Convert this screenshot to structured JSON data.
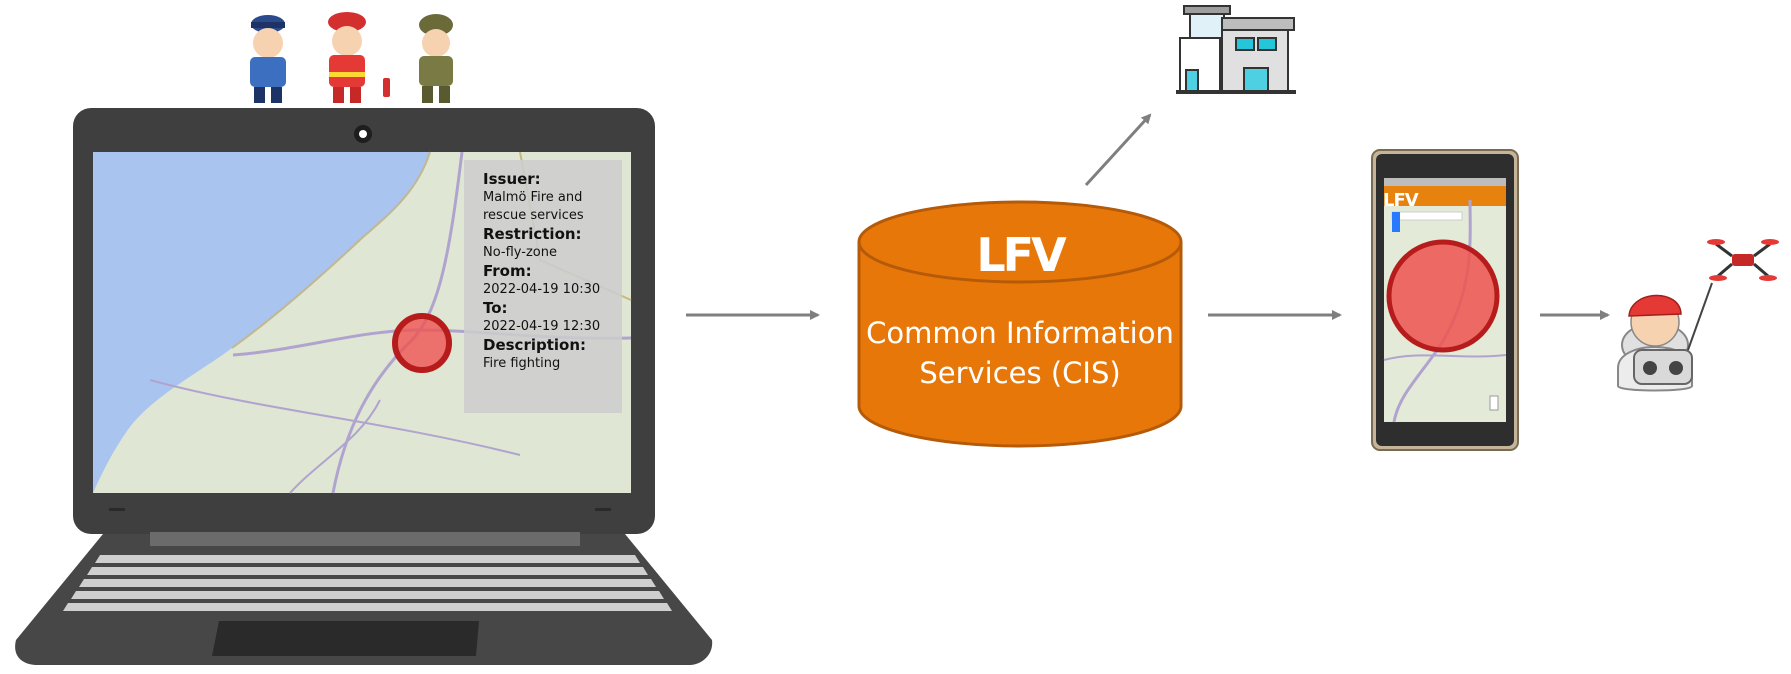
{
  "incident": {
    "issuer_label": "Issuer:",
    "issuer_value": "Malmö Fire and rescue services",
    "restriction_label": "Restriction:",
    "restriction_value": "No-fly-zone",
    "from_label": "From:",
    "from_value": "2022-04-19 10:30",
    "to_label": "To:",
    "to_value": "2022-04-19 12:30",
    "description_label": "Description:",
    "description_value": "Fire fighting"
  },
  "cis": {
    "logo": "LFV",
    "title": "Common Information Services (CIS)",
    "color": "#E8770A",
    "border_color": "#B55A08"
  },
  "phone": {
    "app_logo": "LFV",
    "app_bar_color": "#E8820E"
  },
  "zone_color": "#E53935",
  "arrow_color": "#7f7f7f",
  "icons": {
    "responders": [
      "police-officer-icon",
      "firefighter-icon",
      "soldier-icon"
    ],
    "control_tower": "control-tower-icon",
    "drone_pilot": "drone-pilot-icon",
    "drone": "drone-icon"
  }
}
